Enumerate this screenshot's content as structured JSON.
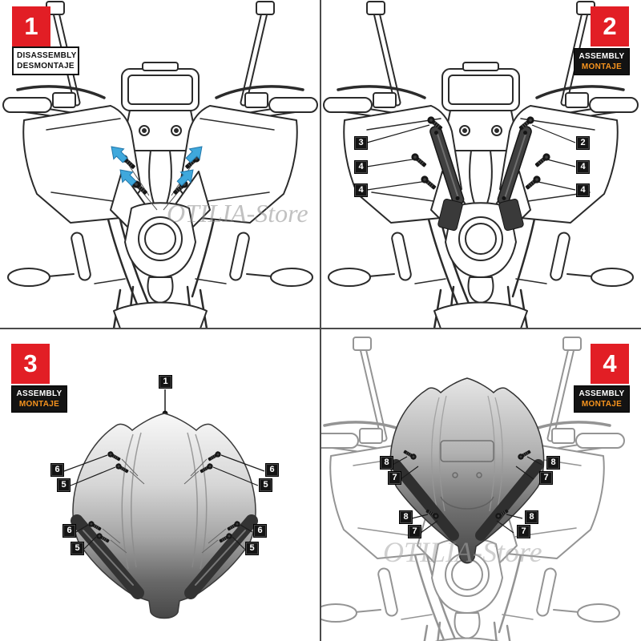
{
  "watermark": "OTILIA-Store",
  "panel1": {
    "number": "1",
    "label_line1": "DISASSEMBLY",
    "label_line2": "DESMONTAJE"
  },
  "panel2": {
    "number": "2",
    "label_line1": "ASSEMBLY",
    "label_line2": "MONTAJE",
    "callouts": {
      "c2": "2",
      "c3": "3",
      "c4": "4"
    }
  },
  "panel3": {
    "number": "3",
    "label_line1": "ASSEMBLY",
    "label_line2": "MONTAJE",
    "callouts": {
      "c1": "1",
      "c5": "5",
      "c6": "6"
    }
  },
  "panel4": {
    "number": "4",
    "label_line1": "ASSEMBLY",
    "label_line2": "MONTAJE",
    "callouts": {
      "c7": "7",
      "c8": "8"
    }
  },
  "colors": {
    "badge_red": "#E21E25",
    "montaje_orange": "#F7941E",
    "arrow_blue": "#3FA8DC",
    "line_dark": "#2B2B2B"
  }
}
